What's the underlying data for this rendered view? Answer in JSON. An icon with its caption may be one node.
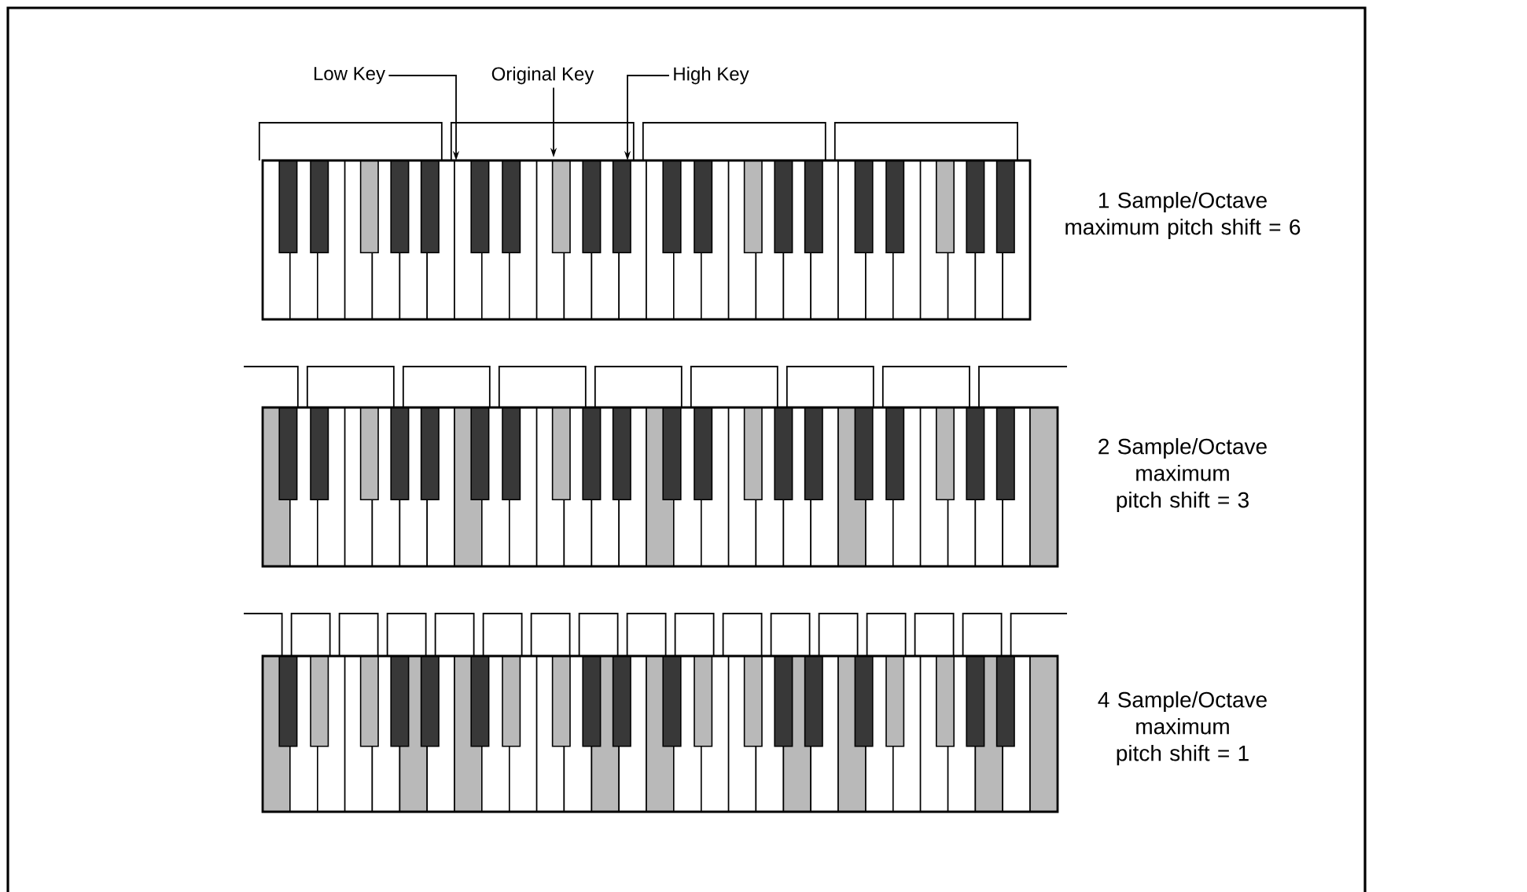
{
  "diagram": {
    "nodes": [
      {
        "text": [
          "Low Key"
        ]
      },
      {
        "text": [
          "Original Key"
        ]
      },
      {
        "text": [
          "High Key"
        ]
      }
    ],
    "edges": [
      {
        "from": 0,
        "to": null,
        "arrow": "to"
      },
      {
        "from": 1,
        "to": null,
        "arrow": "to"
      },
      {
        "from": 2,
        "to": null,
        "arrow": "to"
      }
    ],
    "labels": [
      "1 Sample/Octave maximum pitch shift = 6",
      "2 Sample/Octave maximum pitch shift = 3",
      "4 Sample/Octave maximum pitch shift = 1"
    ]
  }
}
